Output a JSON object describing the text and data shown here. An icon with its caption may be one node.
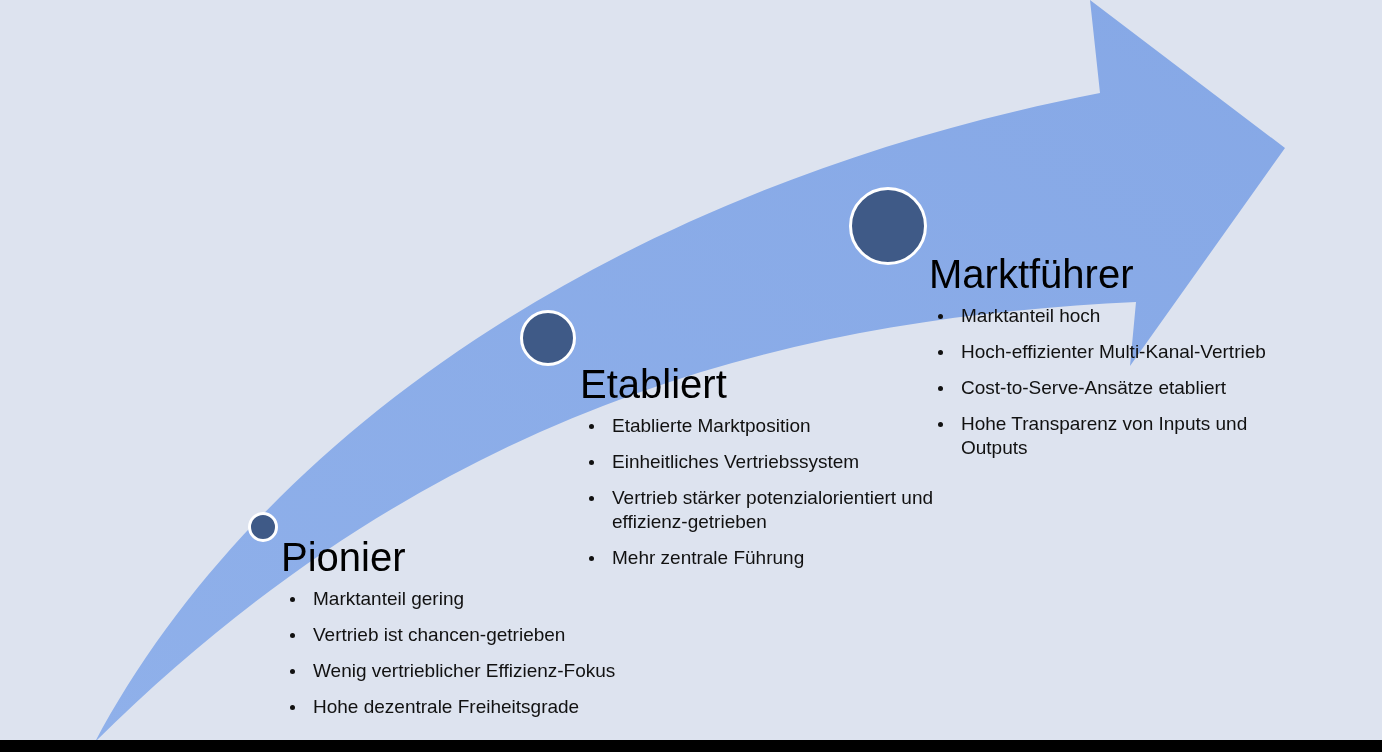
{
  "diagram": {
    "nodes": [
      {
        "text": [],
        "shape": "circle"
      },
      {
        "text": [],
        "shape": "circle"
      },
      {
        "text": [],
        "shape": "circle"
      }
    ],
    "edges": [],
    "labels": [
      "Pionier",
      "Marktanteil gering",
      "Vertrieb ist chancen-getrieben",
      "Wenig vertrieblicher Effizienz-Fokus",
      "Hohe dezentrale Freiheitsgrade",
      "Etabliert",
      "Etablierte Marktposition",
      "Einheitliches Vertriebssystem",
      "Vertrieb stärker potenzialorientiert und effizienz-getrieben",
      "Mehr zentrale Führung",
      "Marktführer",
      "Marktanteil hoch",
      "Hoch-effizienter Multi-Kanal-Vertrieb",
      "Cost-to-Serve-Ansätze etabliert",
      "Hohe Transparenz von Inputs und Outputs"
    ]
  }
}
